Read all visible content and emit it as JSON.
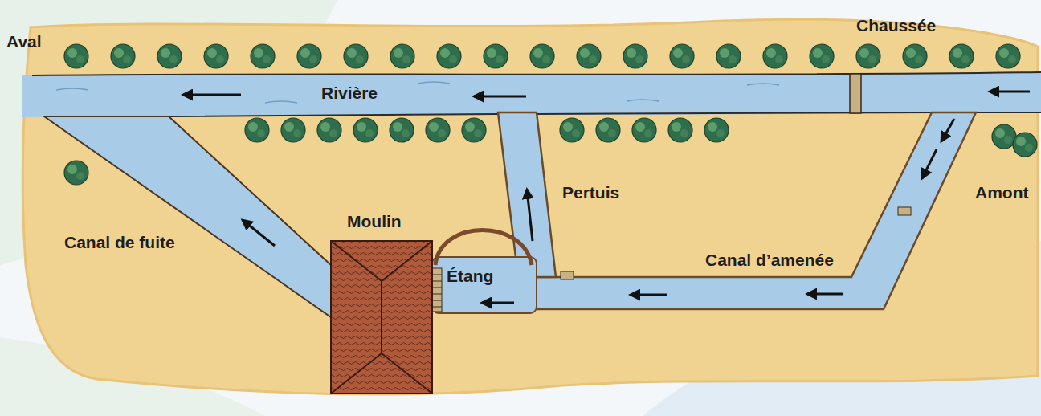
{
  "diagram": {
    "labels": [
      "Aval",
      "Chaussée",
      "Rivière",
      "Pertuis",
      "Amont",
      "Moulin",
      "Canal de fuite",
      "Étang",
      "Canal d’amenée"
    ]
  }
}
